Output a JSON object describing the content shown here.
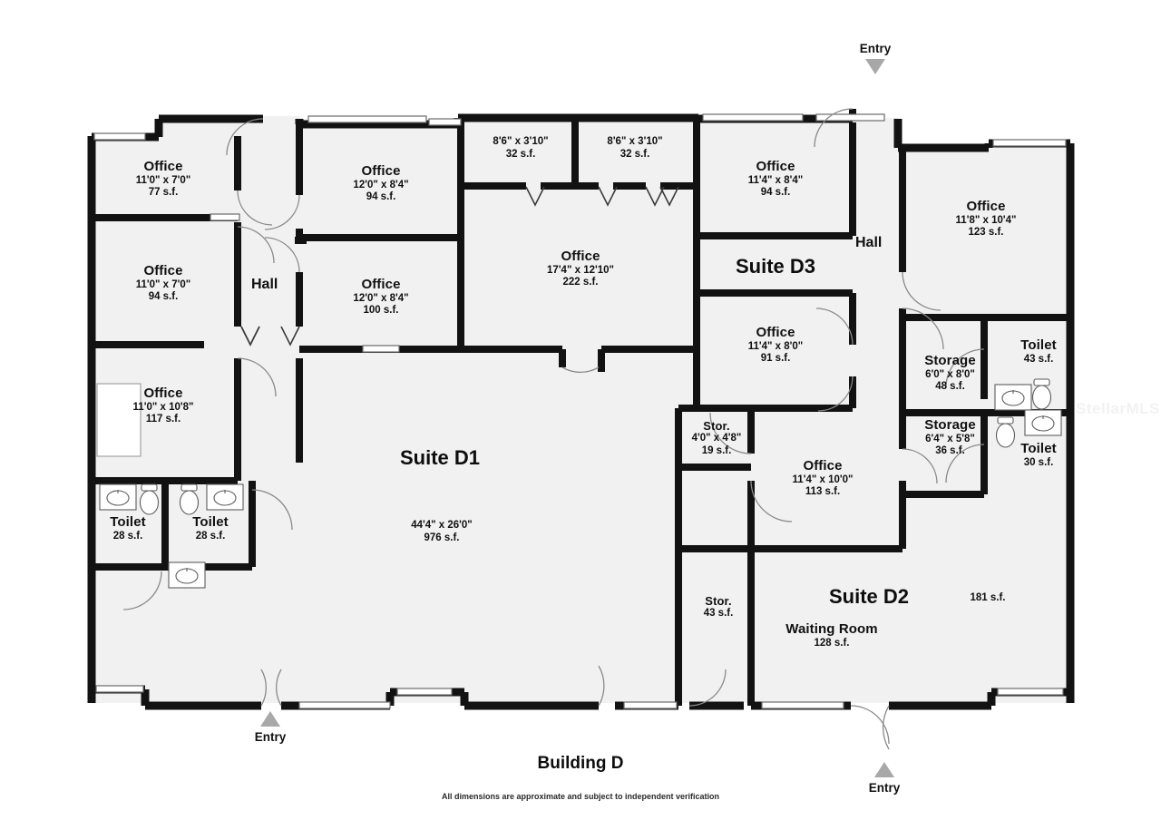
{
  "title": "Building D",
  "disclaimer": "All dimensions are approximate and subject to independent verification",
  "watermark": "StellarMLS",
  "colors": {
    "wall": "#121212",
    "floor": "#f1f1f1",
    "entry_marker": "#a8a8a8",
    "text": "#101010"
  },
  "suites": [
    {
      "id": "d1",
      "label": "Suite D1",
      "dims": "44'4\" x 26'0\"",
      "area": "976 s.f."
    },
    {
      "id": "d2",
      "label": "Suite D2",
      "sub_label": "Waiting Room",
      "sub_area": "128 s.f.",
      "extra_area": "181 s.f."
    },
    {
      "id": "d3",
      "label": "Suite D3"
    }
  ],
  "halls": [
    {
      "id": "hall-left",
      "label": "Hall"
    },
    {
      "id": "hall-right",
      "label": "Hall"
    }
  ],
  "rooms": [
    {
      "id": "office-1",
      "name": "Office",
      "dims": "11'0\" x 7'0\"",
      "area": "77 s.f."
    },
    {
      "id": "office-2",
      "name": "Office",
      "dims": "11'0\" x 7'0\"",
      "area": "94 s.f."
    },
    {
      "id": "office-3",
      "name": "Office",
      "dims": "11'0\" x 10'8\"",
      "area": "117 s.f."
    },
    {
      "id": "office-4",
      "name": "Office",
      "dims": "12'0\" x 8'4\"",
      "area": "94 s.f."
    },
    {
      "id": "office-5",
      "name": "Office",
      "dims": "12'0\" x 8'4\"",
      "area": "100 s.f."
    },
    {
      "id": "closet-1",
      "name": "",
      "dims": "8'6\" x 3'10\"",
      "area": "32 s.f."
    },
    {
      "id": "closet-2",
      "name": "",
      "dims": "8'6\" x 3'10\"",
      "area": "32 s.f."
    },
    {
      "id": "office-6",
      "name": "Office",
      "dims": "17'4\" x 12'10\"",
      "area": "222 s.f."
    },
    {
      "id": "office-7",
      "name": "Office",
      "dims": "11'4\" x 8'4\"",
      "area": "94 s.f."
    },
    {
      "id": "office-8",
      "name": "Office",
      "dims": "11'4\" x 8'0\"",
      "area": "91 s.f."
    },
    {
      "id": "office-9",
      "name": "Office",
      "dims": "11'8\" x 10'4\"",
      "area": "123 s.f."
    },
    {
      "id": "office-10",
      "name": "Office",
      "dims": "11'4\" x 10'0\"",
      "area": "113 s.f."
    },
    {
      "id": "storage-1",
      "name": "Storage",
      "dims": "6'0\" x 8'0\"",
      "area": "48 s.f."
    },
    {
      "id": "storage-2",
      "name": "Storage",
      "dims": "6'4\" x 5'8\"",
      "area": "36 s.f."
    },
    {
      "id": "toilet-1",
      "name": "Toilet",
      "dims": "",
      "area": "28 s.f."
    },
    {
      "id": "toilet-2",
      "name": "Toilet",
      "dims": "",
      "area": "28 s.f."
    },
    {
      "id": "toilet-3",
      "name": "Toilet",
      "dims": "",
      "area": "43 s.f."
    },
    {
      "id": "toilet-4",
      "name": "Toilet",
      "dims": "",
      "area": "30 s.f."
    },
    {
      "id": "stor-1",
      "name": "Stor.",
      "dims": "4'0\" x 4'8\"",
      "area": "19 s.f."
    },
    {
      "id": "stor-2",
      "name": "Stor.",
      "dims": "",
      "area": "43 s.f."
    }
  ],
  "entries": [
    {
      "id": "entry-top",
      "label": "Entry",
      "direction": "down"
    },
    {
      "id": "entry-bottom-left",
      "label": "Entry",
      "direction": "up"
    },
    {
      "id": "entry-bottom-right",
      "label": "Entry",
      "direction": "up"
    }
  ]
}
